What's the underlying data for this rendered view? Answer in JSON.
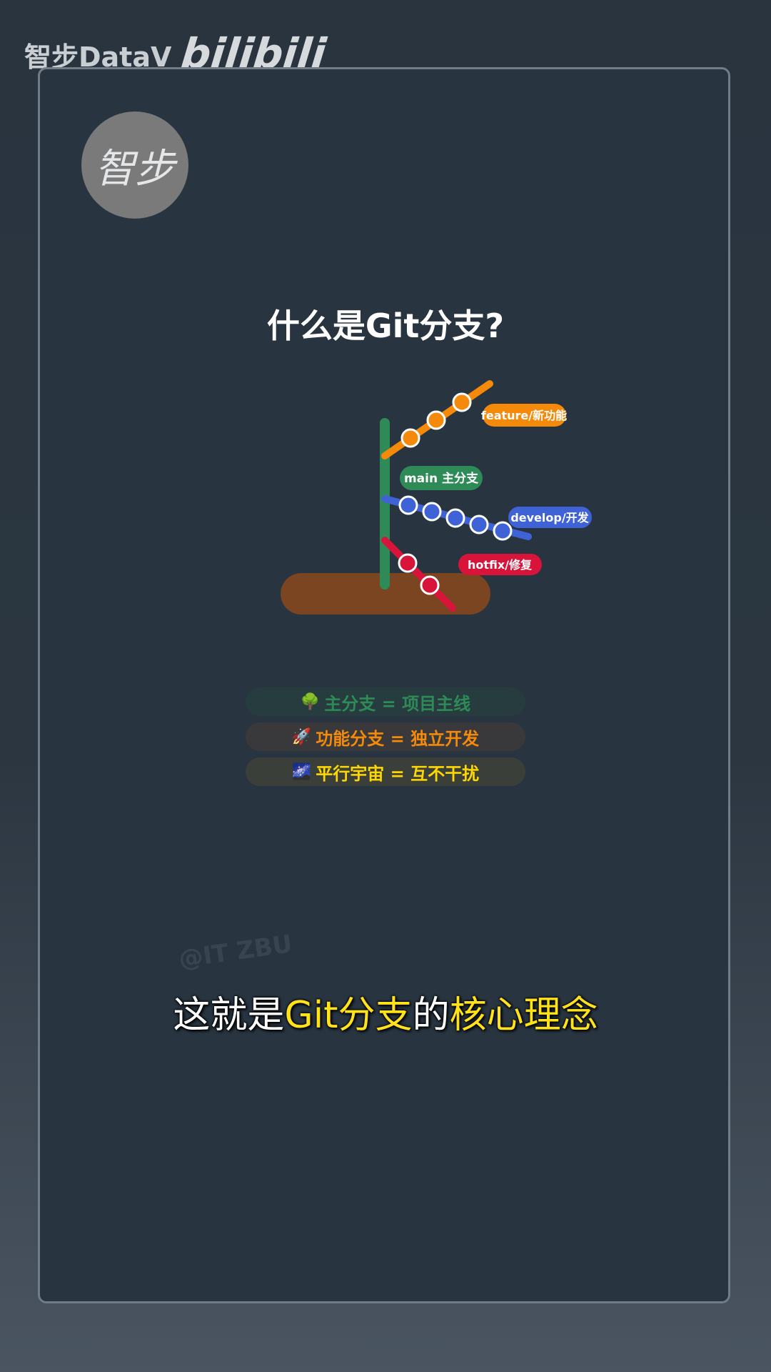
{
  "brand": {
    "name": "智步DataV",
    "platform": "bilibili"
  },
  "avatar": {
    "text": "智步"
  },
  "title": "什么是Git分支?",
  "diagram": {
    "branches": [
      {
        "key": "main",
        "label": "main 主分支",
        "color": "#2e8b57"
      },
      {
        "key": "feature",
        "label": "feature/新功能",
        "color": "#f58a0a"
      },
      {
        "key": "develop",
        "label": "develop/开发",
        "color": "#3f63d6"
      },
      {
        "key": "hotfix",
        "label": "hotfix/修复",
        "color": "#d8143a"
      }
    ],
    "ground_color": "#7a4520"
  },
  "legend": [
    {
      "emoji": "🌳",
      "text": "主分支 = 项目主线",
      "color": "#2e8b57",
      "bg": "#283d3f"
    },
    {
      "emoji": "🚀",
      "text": "功能分支 = 独立开发",
      "color": "#f58a0a",
      "bg": "#3a3a3c"
    },
    {
      "emoji": "🌌",
      "text": "平行宇宙 = 互不干扰",
      "color": "#ffd700",
      "bg": "#3b4039"
    }
  ],
  "handle": "@IT ZBU",
  "caption": {
    "part1": "这就是",
    "part2": "Git分支",
    "part3": "的",
    "part4": "核心理念"
  }
}
